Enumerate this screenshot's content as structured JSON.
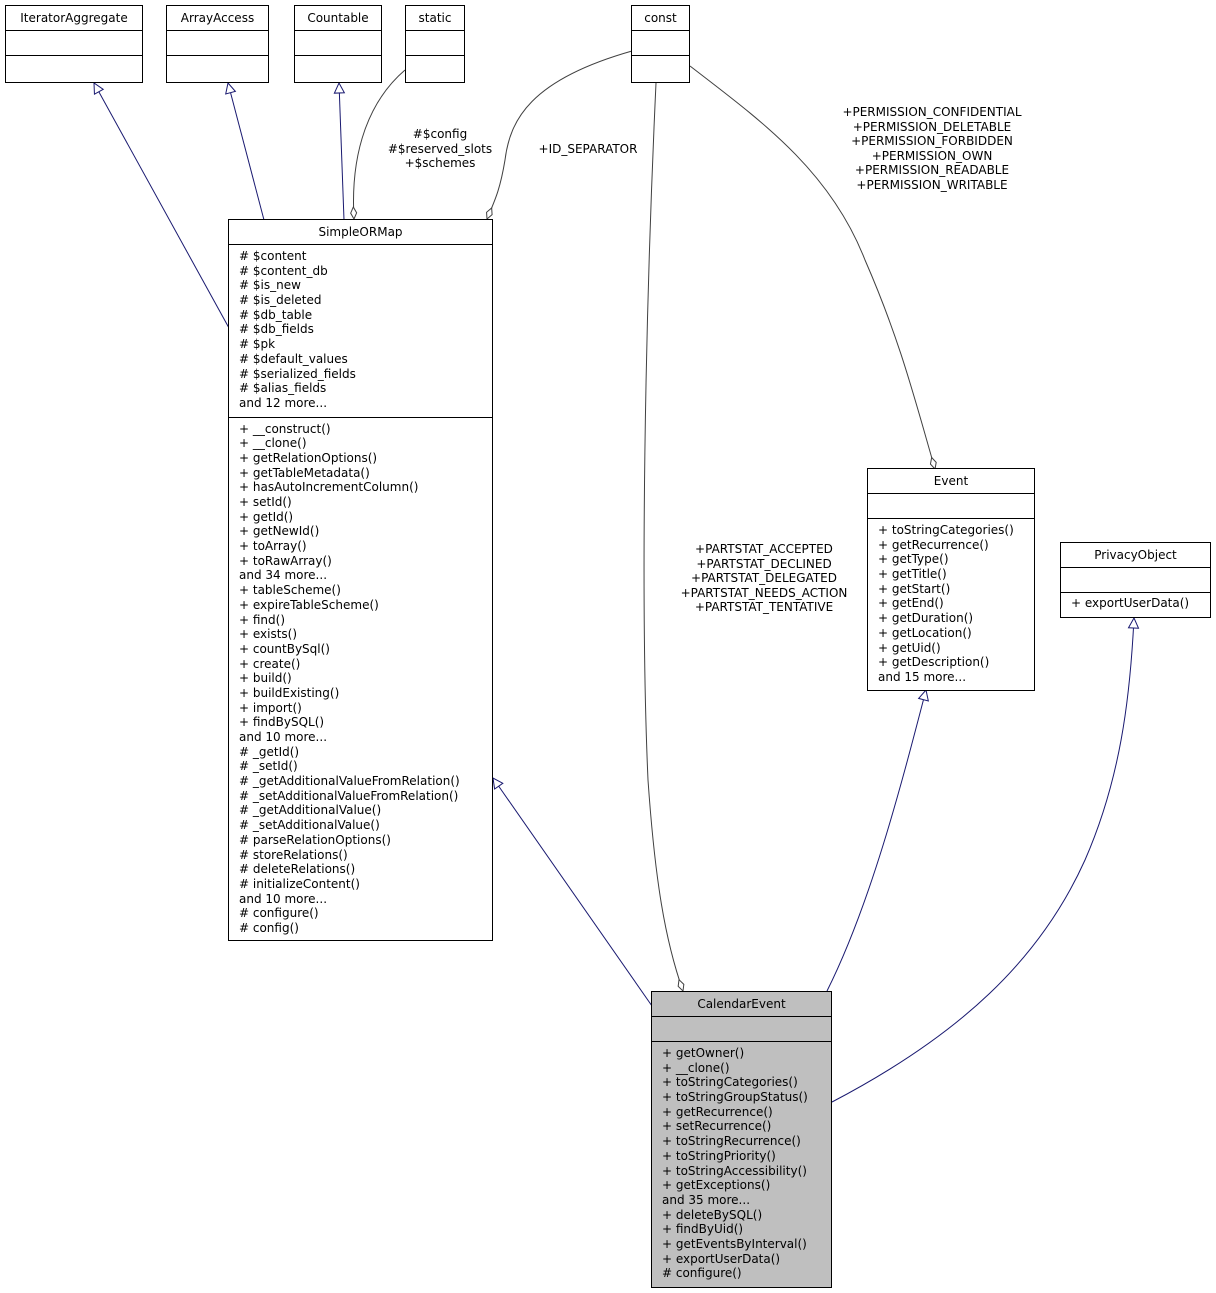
{
  "classes": {
    "iterator_aggregate": {
      "name": "IteratorAggregate"
    },
    "array_access": {
      "name": "ArrayAccess"
    },
    "countable": {
      "name": "Countable"
    },
    "static": {
      "name": "static"
    },
    "const": {
      "name": "const"
    },
    "simple_or_map": {
      "name": "SimpleORMap",
      "attributes": [
        "# $content",
        "# $content_db",
        "# $is_new",
        "# $is_deleted",
        "# $db_table",
        "# $db_fields",
        "# $pk",
        "# $default_values",
        "# $serialized_fields",
        "# $alias_fields",
        "and 12 more..."
      ],
      "operations": [
        "+ __construct()",
        "+ __clone()",
        "+ getRelationOptions()",
        "+ getTableMetadata()",
        "+ hasAutoIncrementColumn()",
        "+ setId()",
        "+ getId()",
        "+ getNewId()",
        "+ toArray()",
        "+ toRawArray()",
        "and 34 more...",
        "+ tableScheme()",
        "+ expireTableScheme()",
        "+ find()",
        "+ exists()",
        "+ countBySql()",
        "+ create()",
        "+ build()",
        "+ buildExisting()",
        "+ import()",
        "+ findBySQL()",
        "and 10 more...",
        "# _getId()",
        "# _setId()",
        "# _getAdditionalValueFromRelation()",
        "# _setAdditionalValueFromRelation()",
        "# _getAdditionalValue()",
        "# _setAdditionalValue()",
        "# parseRelationOptions()",
        "# storeRelations()",
        "# deleteRelations()",
        "# initializeContent()",
        "and 10 more...",
        "# configure()",
        "# config()"
      ]
    },
    "event": {
      "name": "Event",
      "operations": [
        "+ toStringCategories()",
        "+ getRecurrence()",
        "+ getType()",
        "+ getTitle()",
        "+ getStart()",
        "+ getEnd()",
        "+ getDuration()",
        "+ getLocation()",
        "+ getUid()",
        "+ getDescription()",
        "and 15 more..."
      ]
    },
    "privacy_object": {
      "name": "PrivacyObject",
      "operations": [
        "+ exportUserData()"
      ]
    },
    "calendar_event": {
      "name": "CalendarEvent",
      "operations": [
        "+ getOwner()",
        "+ __clone()",
        "+ toStringCategories()",
        "+ toStringGroupStatus()",
        "+ getRecurrence()",
        "+ setRecurrence()",
        "+ toStringRecurrence()",
        "+ toStringPriority()",
        "+ toStringAccessibility()",
        "+ getExceptions()",
        "and 35 more...",
        "+ deleteBySQL()",
        "+ findByUid()",
        "+ getEventsByInterval()",
        "+ exportUserData()",
        "# configure()"
      ]
    }
  },
  "edge_labels": {
    "static_to_simpleormap": [
      "#$config",
      "#$reserved_slots",
      "+$schemes"
    ],
    "const_to_simpleormap": [
      "+ID_SEPARATOR"
    ],
    "const_to_event": [
      "+PERMISSION_CONFIDENTIAL",
      "+PERMISSION_DELETABLE",
      "+PERMISSION_FORBIDDEN",
      "+PERMISSION_OWN",
      "+PERMISSION_READABLE",
      "+PERMISSION_WRITABLE"
    ],
    "const_to_calendarevent": [
      "+PARTSTAT_ACCEPTED",
      "+PARTSTAT_DECLINED",
      "+PARTSTAT_DELEGATED",
      "+PARTSTAT_NEEDS_ACTION",
      "+PARTSTAT_TENTATIVE"
    ]
  },
  "colors": {
    "inheritance": "#191970",
    "association": "#404040",
    "highlight": "#bfbfbf"
  }
}
